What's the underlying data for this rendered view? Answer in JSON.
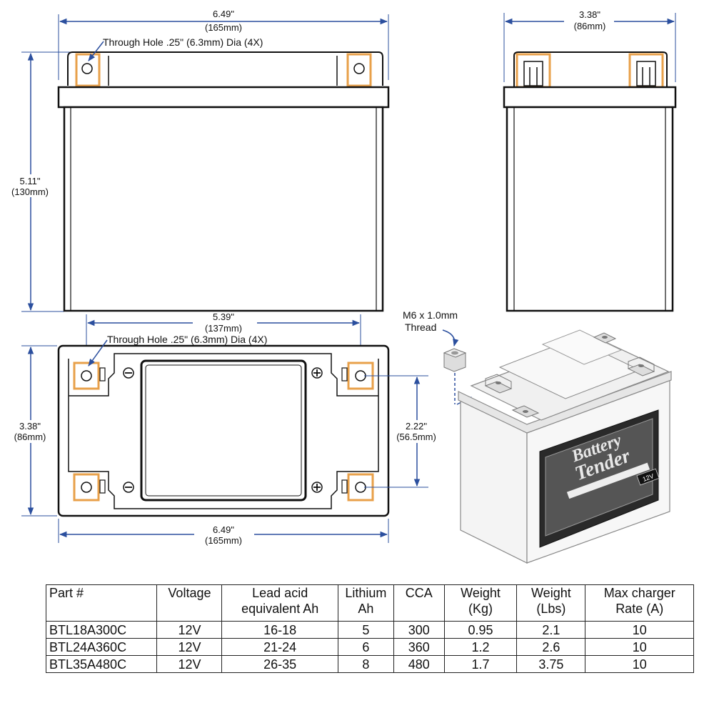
{
  "top_view": {
    "width_in": "6.49\"",
    "width_mm": "(165mm)",
    "height_in": "5.11\"",
    "height_mm": "(130mm)",
    "hole_callout": "Through Hole .25\" (6.3mm) Dia (4X)"
  },
  "side_view": {
    "width_in": "3.38\"",
    "width_mm": "(86mm)"
  },
  "bottom_view": {
    "terminal_span_in": "5.39\"",
    "terminal_span_mm": "(137mm)",
    "hole_callout": "Through Hole .25\" (6.3mm) Dia (4X)",
    "depth_in": "3.38\"",
    "depth_mm": "(86mm)",
    "terminal_spacing_in": "2.22\"",
    "terminal_spacing_mm": "(56.5mm)",
    "width_in": "6.49\"",
    "width_mm": "(165mm)"
  },
  "thread_callout": {
    "line1": "M6 x 1.0mm",
    "line2": "Thread"
  },
  "battery_label": {
    "brand_line1": "Battery",
    "brand_line2": "Tender",
    "capacity": "12V"
  },
  "colors": {
    "dimension_blue": "#2b4f9e",
    "terminal_orange": "#e8a04a",
    "outline": "#111111"
  },
  "table": {
    "headers": [
      [
        "Part #"
      ],
      [
        "Voltage"
      ],
      [
        "Lead acid",
        "equivalent Ah"
      ],
      [
        "Lithium",
        "Ah"
      ],
      [
        "CCA"
      ],
      [
        "Weight",
        "(Kg)"
      ],
      [
        "Weight",
        "(Lbs)"
      ],
      [
        "Max charger",
        "Rate (A)"
      ]
    ],
    "rows": [
      [
        "BTL18A300C",
        "12V",
        "16-18",
        "5",
        "300",
        "0.95",
        "2.1",
        "10"
      ],
      [
        "BTL24A360C",
        "12V",
        "21-24",
        "6",
        "360",
        "1.2",
        "2.6",
        "10"
      ],
      [
        "BTL35A480C",
        "12V",
        "26-35",
        "8",
        "480",
        "1.7",
        "3.75",
        "10"
      ]
    ]
  }
}
